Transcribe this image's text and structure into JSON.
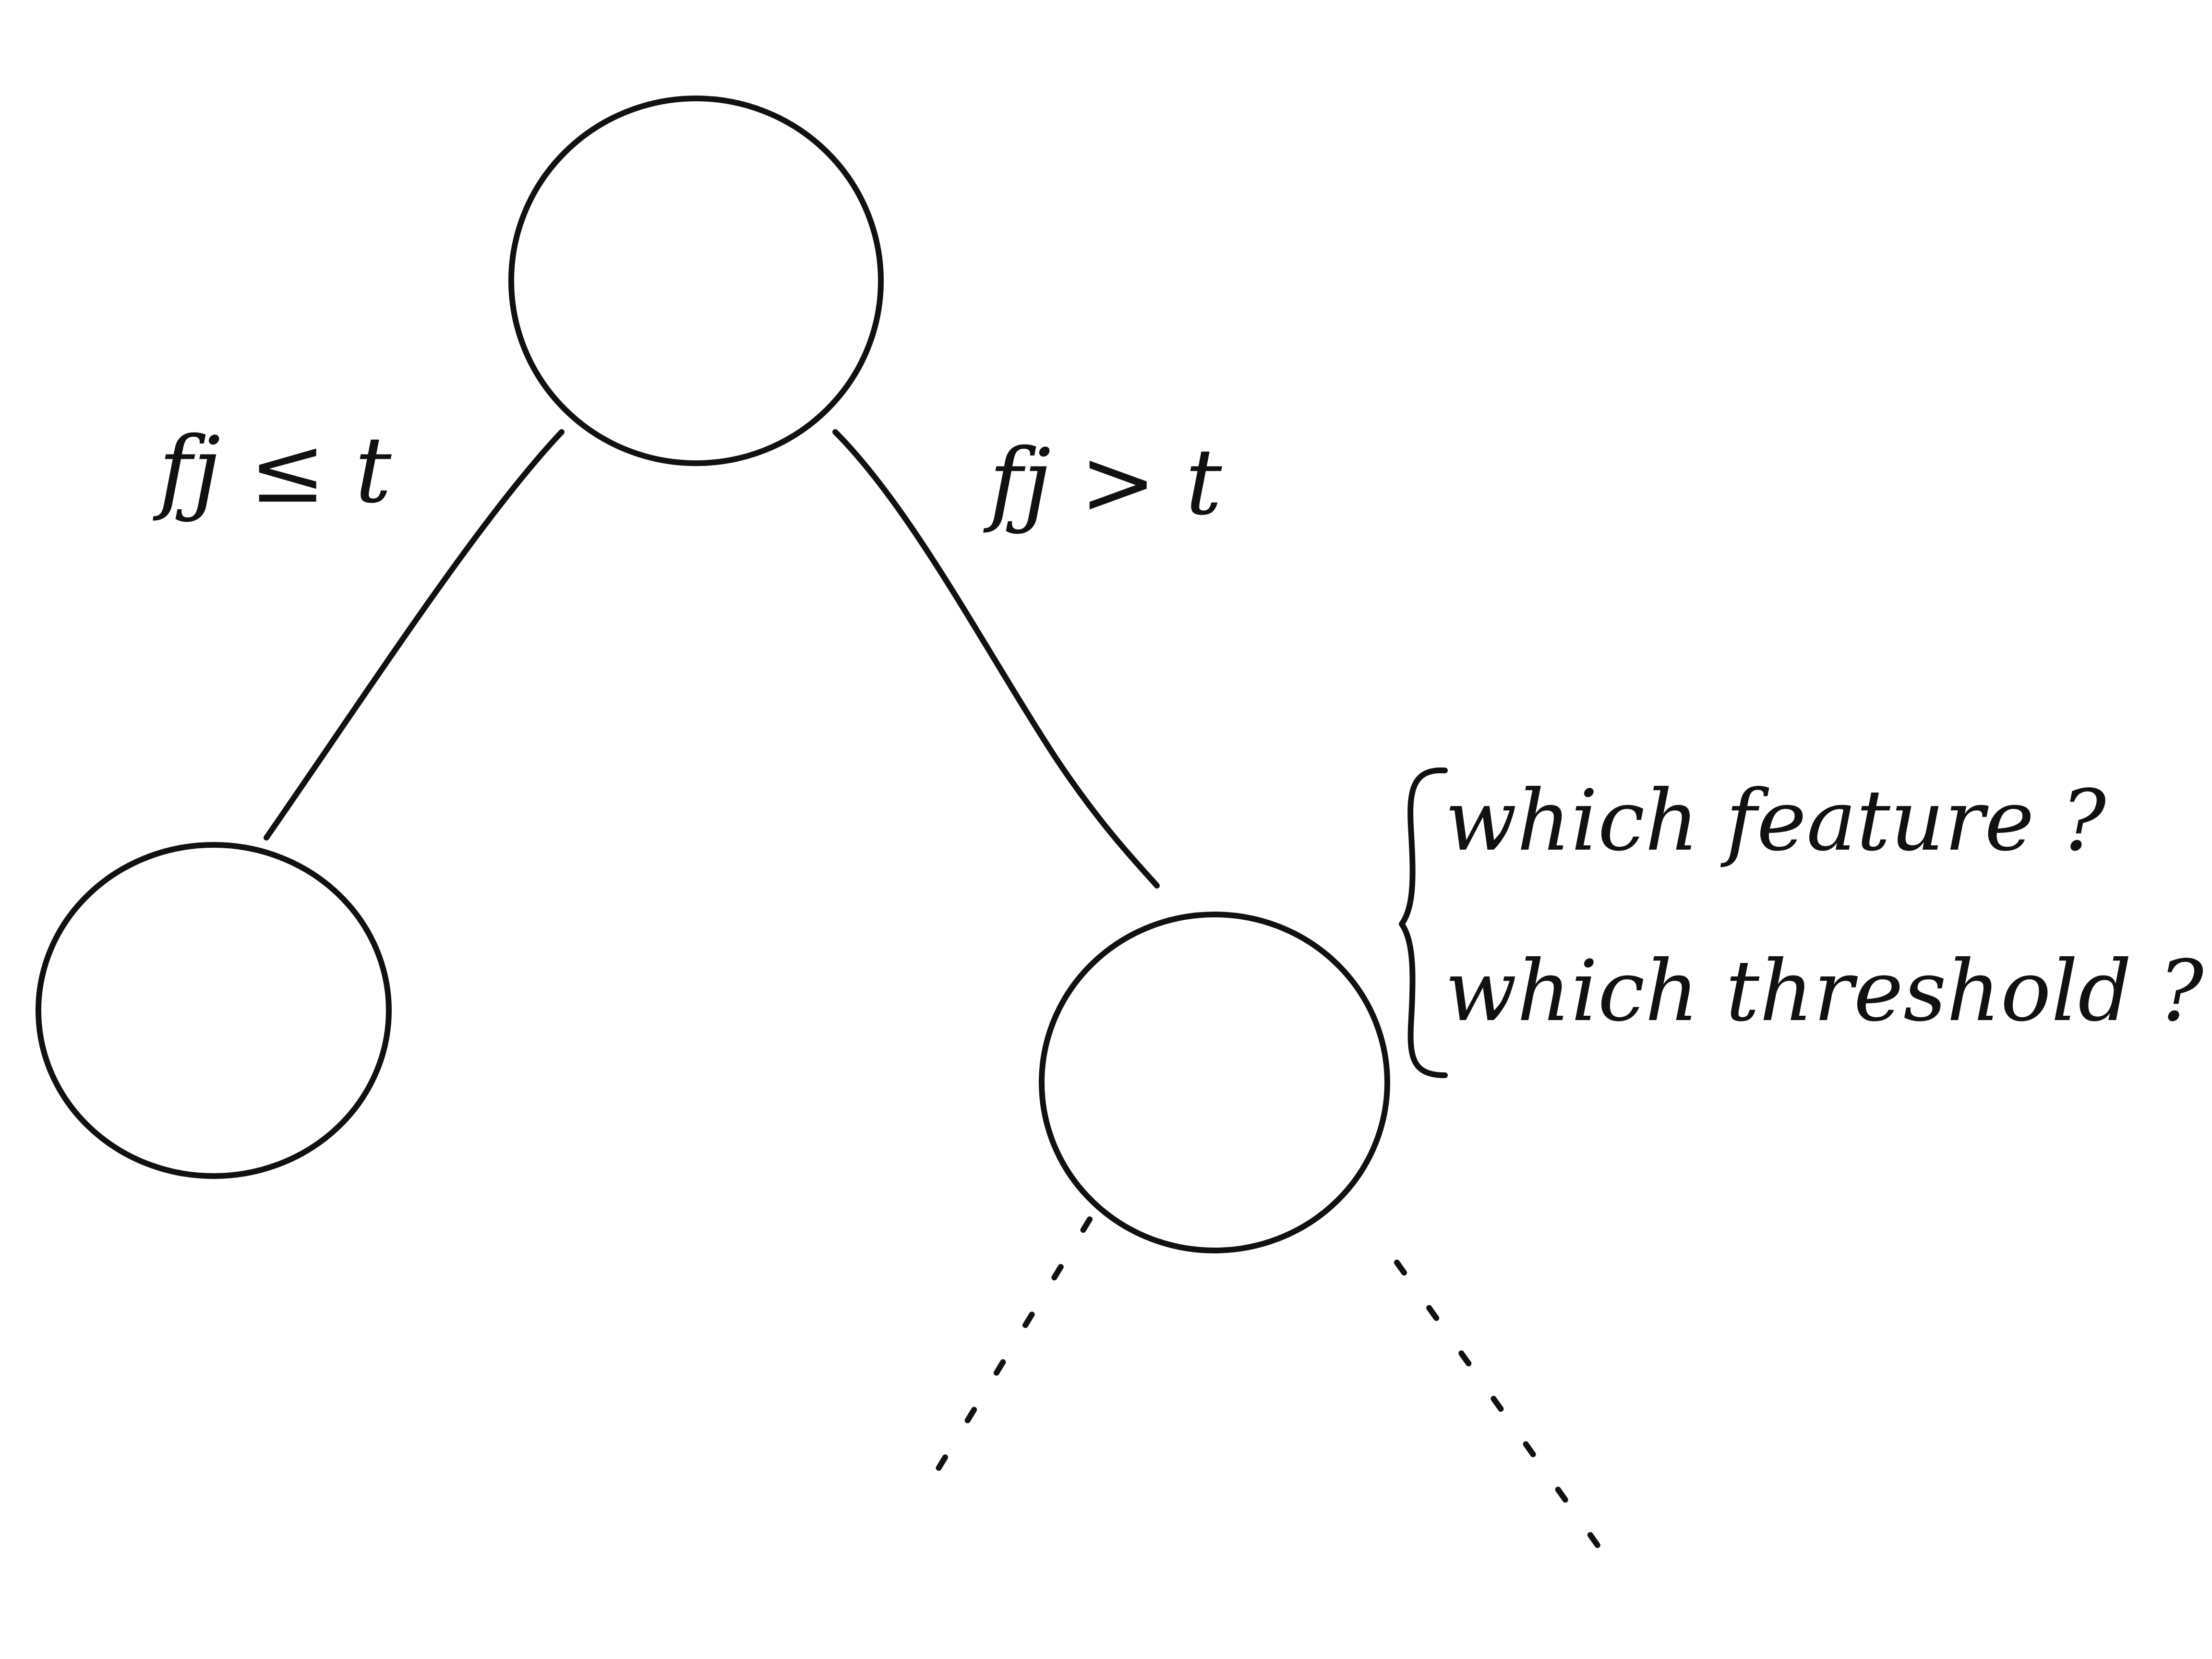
{
  "edges": {
    "left_condition": "fj ≤ t",
    "right_condition": "fj > t"
  },
  "annotation": {
    "lines": [
      "which feature ?",
      "which threshold ?"
    ]
  },
  "colors": {
    "ink": "#111111",
    "background": "#ffffff"
  }
}
